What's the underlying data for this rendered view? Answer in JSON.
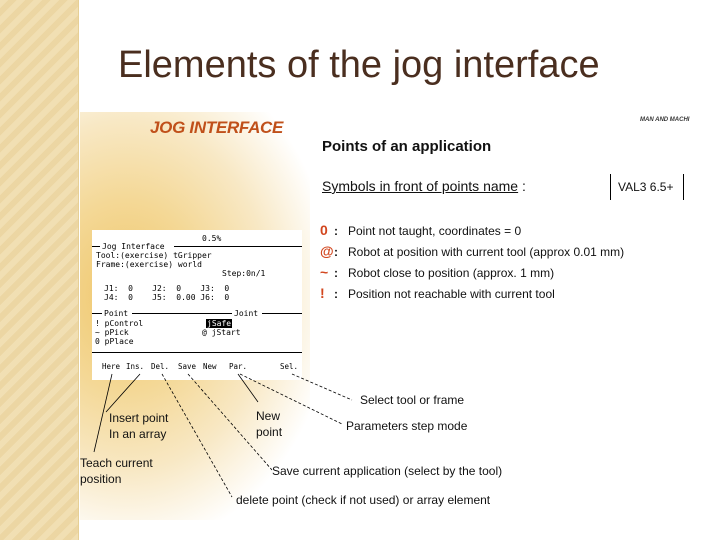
{
  "slide": {
    "title": "Elements of the jog interface"
  },
  "figure": {
    "heading": "JOG INTERFACE",
    "brand": "MAN AND MACHI",
    "points_title": "Points of an application",
    "symbols_label": "Symbols in front of points name",
    "symbols_colon": " :",
    "version": "VAL3 6.5+",
    "legend": [
      {
        "symbol": "0",
        "text": "Point not taught, coordinates = 0"
      },
      {
        "symbol": "@",
        "text": "Robot at position with current tool (approx 0.01 mm)"
      },
      {
        "symbol": "~",
        "text": "Robot close to position (approx. 1 mm)"
      },
      {
        "symbol": "!",
        "text": "Position not reachable with current tool"
      }
    ],
    "screen": {
      "percent": "0.5%",
      "line1": "Jog Interface",
      "line2": "Tool:(exercise) tGripper",
      "line3": "Frame:(exercise) world",
      "step": "Step:0n/1",
      "joints_row1": "J1:  0    J2:  0    J3:  0",
      "joints_row2": "J4:  0    J5:  0.00 J6:  0",
      "point_header": "Point",
      "joint_header": "Joint",
      "point_rows": [
        "! pControl",
        "~ pPick",
        "0 pPlace"
      ],
      "joint_rows": [
        "jSafe",
        "@ jStart"
      ],
      "softkeys": [
        "Here",
        "Ins.",
        "Del.",
        "Save",
        "New",
        "Par.",
        "Sel."
      ]
    },
    "callouts": {
      "select": "Select tool or frame",
      "new_point": [
        "New",
        "point"
      ],
      "params": "Parameters step mode",
      "insert": [
        "Insert point",
        "In an array"
      ],
      "teach": [
        "Teach current",
        "position"
      ],
      "save": "Save current application (select by the tool)",
      "delete": "delete point (check if not used) or array element"
    }
  }
}
